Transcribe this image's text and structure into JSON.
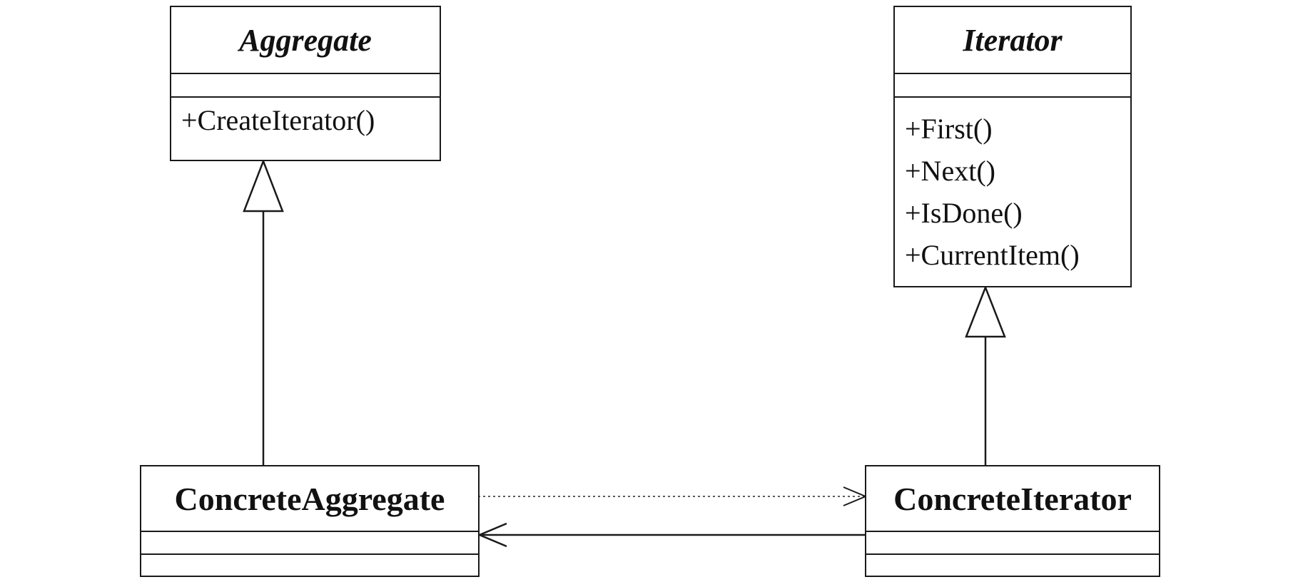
{
  "classes": {
    "aggregate": {
      "name": "Aggregate",
      "attributes": [],
      "operations": [
        "+CreateIterator()"
      ]
    },
    "iterator": {
      "name": "Iterator",
      "attributes": [],
      "operations": [
        "+First()",
        "+Next()",
        "+IsDone()",
        "+CurrentItem()"
      ]
    },
    "concrete_aggregate": {
      "name": "ConcreteAggregate",
      "attributes": [],
      "operations": []
    },
    "concrete_iterator": {
      "name": "ConcreteIterator",
      "attributes": [],
      "operations": []
    }
  }
}
